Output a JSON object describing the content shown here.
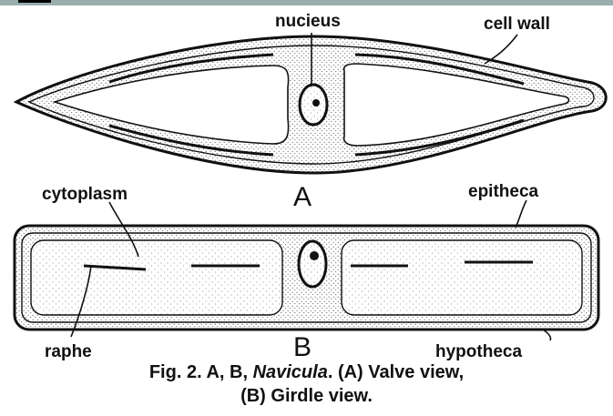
{
  "labels": {
    "nucleus": "nucieus",
    "cell_wall": "cell wall",
    "view_a": "A",
    "cytoplasm": "cytoplasm",
    "epitheca": "epitheca",
    "raphe": "raphe",
    "view_b": "B",
    "hypotheca": "hypotheca"
  },
  "caption": {
    "line1_prefix": "Fig. 2. A, B, ",
    "genus": "Navicula",
    "line1_suffix": ". (A) Valve view,",
    "line2": "(B) Girdle view."
  },
  "colors": {
    "ink": "#111111",
    "stipple": "#555555",
    "header_bar": "#9aaeae"
  }
}
